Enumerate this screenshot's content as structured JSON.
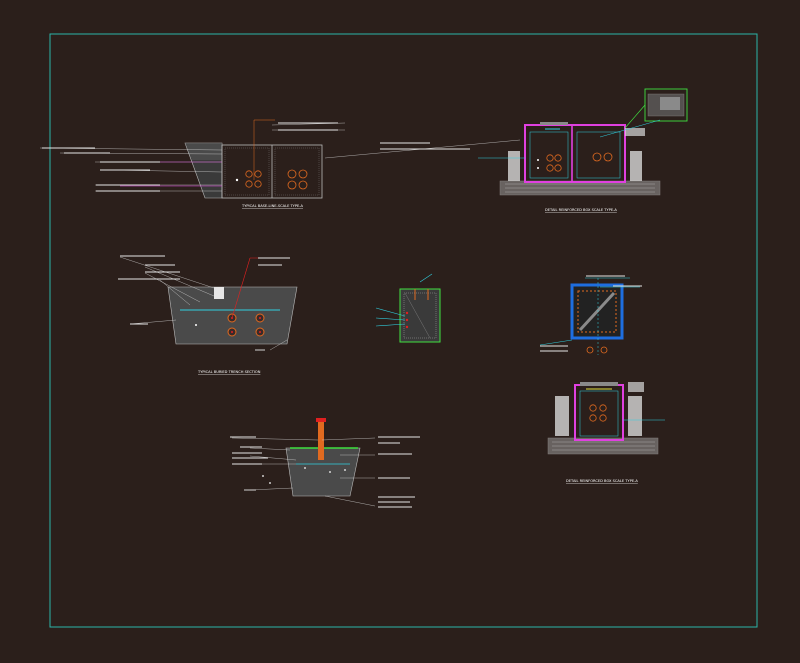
{
  "drawing": {
    "colors": {
      "background": "#2b1f1b",
      "border": "#2bb6a8",
      "magenta": "#e040e0",
      "orange": "#e06a20",
      "cyan": "#30d0e0",
      "green": "#40e040",
      "red": "#e02020",
      "gravel": "#bdbdbd",
      "leader": "#cfcfcf"
    },
    "views": [
      {
        "id": "pull-box-section",
        "title": "TYPICAL BASE-LINE-SCALE TYPE-A"
      },
      {
        "id": "cable-trench-section",
        "title": "DETAIL REINFORCED BOX SCALE TYPE-A"
      },
      {
        "id": "duct-bank-section",
        "title": "TYPICAL BURIED TRENCH SECTION"
      },
      {
        "id": "reinforced-box-section",
        "title": "DETAIL REINFORCED BOX SCALE TYPE-A"
      }
    ]
  }
}
